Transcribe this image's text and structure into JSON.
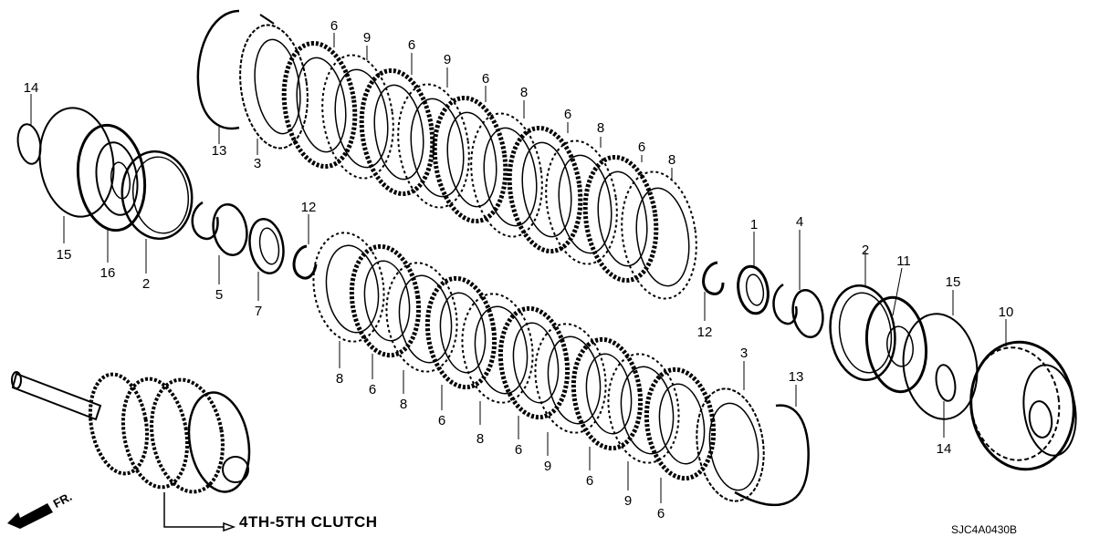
{
  "diagram": {
    "clutch_label": "4TH-5TH CLUTCH",
    "direction_label": "FR.",
    "drawing_code": "SJC4A0430B"
  },
  "callouts": [
    {
      "id": "c-14a",
      "text": "14"
    },
    {
      "id": "c-15a",
      "text": "15"
    },
    {
      "id": "c-16",
      "text": "16"
    },
    {
      "id": "c-2a",
      "text": "2"
    },
    {
      "id": "c-5",
      "text": "5"
    },
    {
      "id": "c-7",
      "text": "7"
    },
    {
      "id": "c-12a",
      "text": "12"
    },
    {
      "id": "c-13a",
      "text": "13"
    },
    {
      "id": "c-3a",
      "text": "3"
    },
    {
      "id": "c-6a",
      "text": "6"
    },
    {
      "id": "c-9a",
      "text": "9"
    },
    {
      "id": "c-6b",
      "text": "6"
    },
    {
      "id": "c-9b",
      "text": "9"
    },
    {
      "id": "c-6c",
      "text": "6"
    },
    {
      "id": "c-8a",
      "text": "8"
    },
    {
      "id": "c-6d",
      "text": "6"
    },
    {
      "id": "c-8b",
      "text": "8"
    },
    {
      "id": "c-6e",
      "text": "6"
    },
    {
      "id": "c-8c",
      "text": "8"
    },
    {
      "id": "c-1",
      "text": "1"
    },
    {
      "id": "c-4",
      "text": "4"
    },
    {
      "id": "c-12b",
      "text": "12"
    },
    {
      "id": "c-2b",
      "text": "2"
    },
    {
      "id": "c-11",
      "text": "11"
    },
    {
      "id": "c-15b",
      "text": "15"
    },
    {
      "id": "c-10",
      "text": "10"
    },
    {
      "id": "c-14b",
      "text": "14"
    },
    {
      "id": "c-8d",
      "text": "8"
    },
    {
      "id": "c-6f",
      "text": "6"
    },
    {
      "id": "c-8e",
      "text": "8"
    },
    {
      "id": "c-6g",
      "text": "6"
    },
    {
      "id": "c-8f",
      "text": "8"
    },
    {
      "id": "c-6h",
      "text": "6"
    },
    {
      "id": "c-9c",
      "text": "9"
    },
    {
      "id": "c-6i",
      "text": "6"
    },
    {
      "id": "c-9d",
      "text": "9"
    },
    {
      "id": "c-6j",
      "text": "6"
    },
    {
      "id": "c-3b",
      "text": "3"
    },
    {
      "id": "c-13b",
      "text": "13"
    }
  ]
}
